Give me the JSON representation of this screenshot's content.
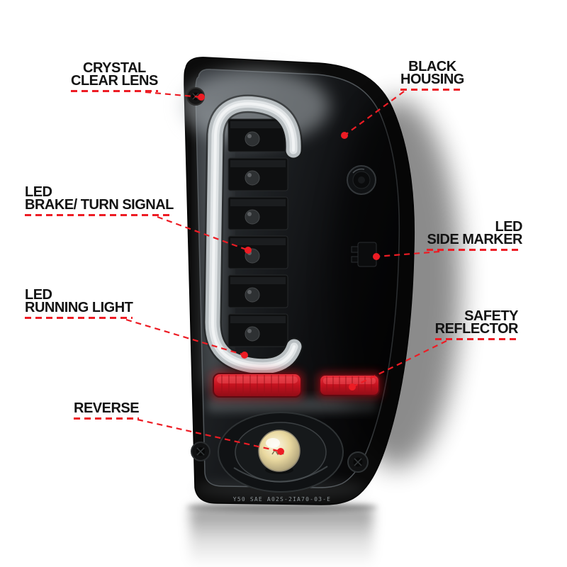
{
  "figure": {
    "background": "#ffffff"
  },
  "colors": {
    "accent_red": "#ed1c24",
    "housing_black": "#0b0b0b",
    "light_bar_gray": "#c9ced1",
    "reflector_red": "#c3121f",
    "reverse_bulb_amber": "#ead9a0",
    "label_text": "#131313"
  },
  "callouts": [
    {
      "id": "crystal-clear-lens",
      "lines": [
        "CRYSTAL",
        "CLEAR LENS"
      ]
    },
    {
      "id": "black-housing",
      "lines": [
        "BLACK",
        "HOUSING"
      ]
    },
    {
      "id": "led-brake-turn",
      "lines": [
        "LED",
        "BRAKE/ TURN SIGNAL"
      ]
    },
    {
      "id": "led-side-marker",
      "lines": [
        "LED",
        "SIDE MARKER"
      ]
    },
    {
      "id": "led-running-light",
      "lines": [
        "LED",
        "RUNNING LIGHT"
      ]
    },
    {
      "id": "safety-reflector",
      "lines": [
        "SAFETY",
        "REFLECTOR"
      ]
    },
    {
      "id": "reverse",
      "lines": [
        "REVERSE"
      ]
    }
  ],
  "product": {
    "lens_marking": "Y50 SAE A02S-2IA70-03-E"
  }
}
